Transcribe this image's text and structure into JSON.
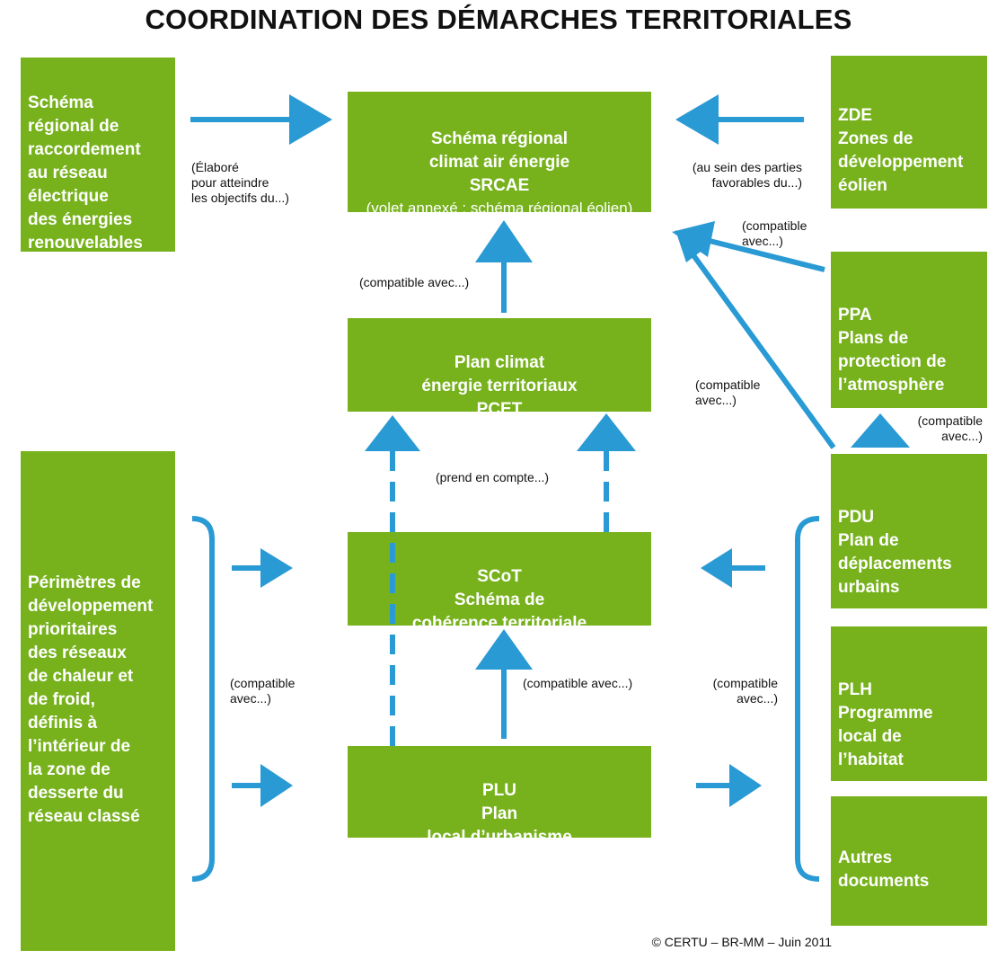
{
  "title": "COORDINATION DES DÉMARCHES TERRITORIALES",
  "colors": {
    "box": "#77b21d",
    "arrow": "#2a9ad4",
    "text": "#111111"
  },
  "boxes": {
    "srrrer": "Schéma\nrégional de\nraccordement\nau réseau\nélectrique\ndes énergies\nrenouvelables",
    "srcae_title": "Schéma régional\nclimat air énergie\nSRCAE",
    "srcae_sub": "(volet annexé : schéma régional éolien)",
    "zde": "ZDE\nZones de\ndéveloppement\néolien",
    "ppa": "PPA\nPlans de\nprotection de\nl’atmosphère",
    "pcet": "Plan climat\nénergie territoriaux\nPCET",
    "perimetres": "Périmètres de\ndéveloppement\nprioritaires\ndes réseaux\nde chaleur et\nde froid,\ndéfinis à\nl’intérieur de\nla zone de\ndesserte du\nréseau classé",
    "scot": "SCoT\nSchéma de\ncohérence territoriale",
    "pdu": "PDU\nPlan de\ndéplacements\nurbains",
    "plh": "PLH\nProgramme\nlocal de\nl’habitat",
    "plu": "PLU\nPlan\nlocal d’urbanisme",
    "autres": "Autres\ndocuments"
  },
  "notes": {
    "elabore": "(Élaboré\npour atteindre\nles objectifs du...)",
    "au_sein": "(au sein des parties\nfavorables du...)",
    "compat_ppa": "(compatible\navec...)",
    "compat_pcet": "(compatible avec...)",
    "compat_pdu_srcae": "(compatible\navec...)",
    "compat_pdu_ppa": "(compatible\navec...)",
    "prend_en_compte": "(prend en compte...)",
    "compat_left": "(compatible\navec...)",
    "compat_plu_scot": "(compatible avec...)",
    "compat_right": "(compatible\navec...)"
  },
  "credit": "© CERTU – BR-MM – Juin 2011"
}
